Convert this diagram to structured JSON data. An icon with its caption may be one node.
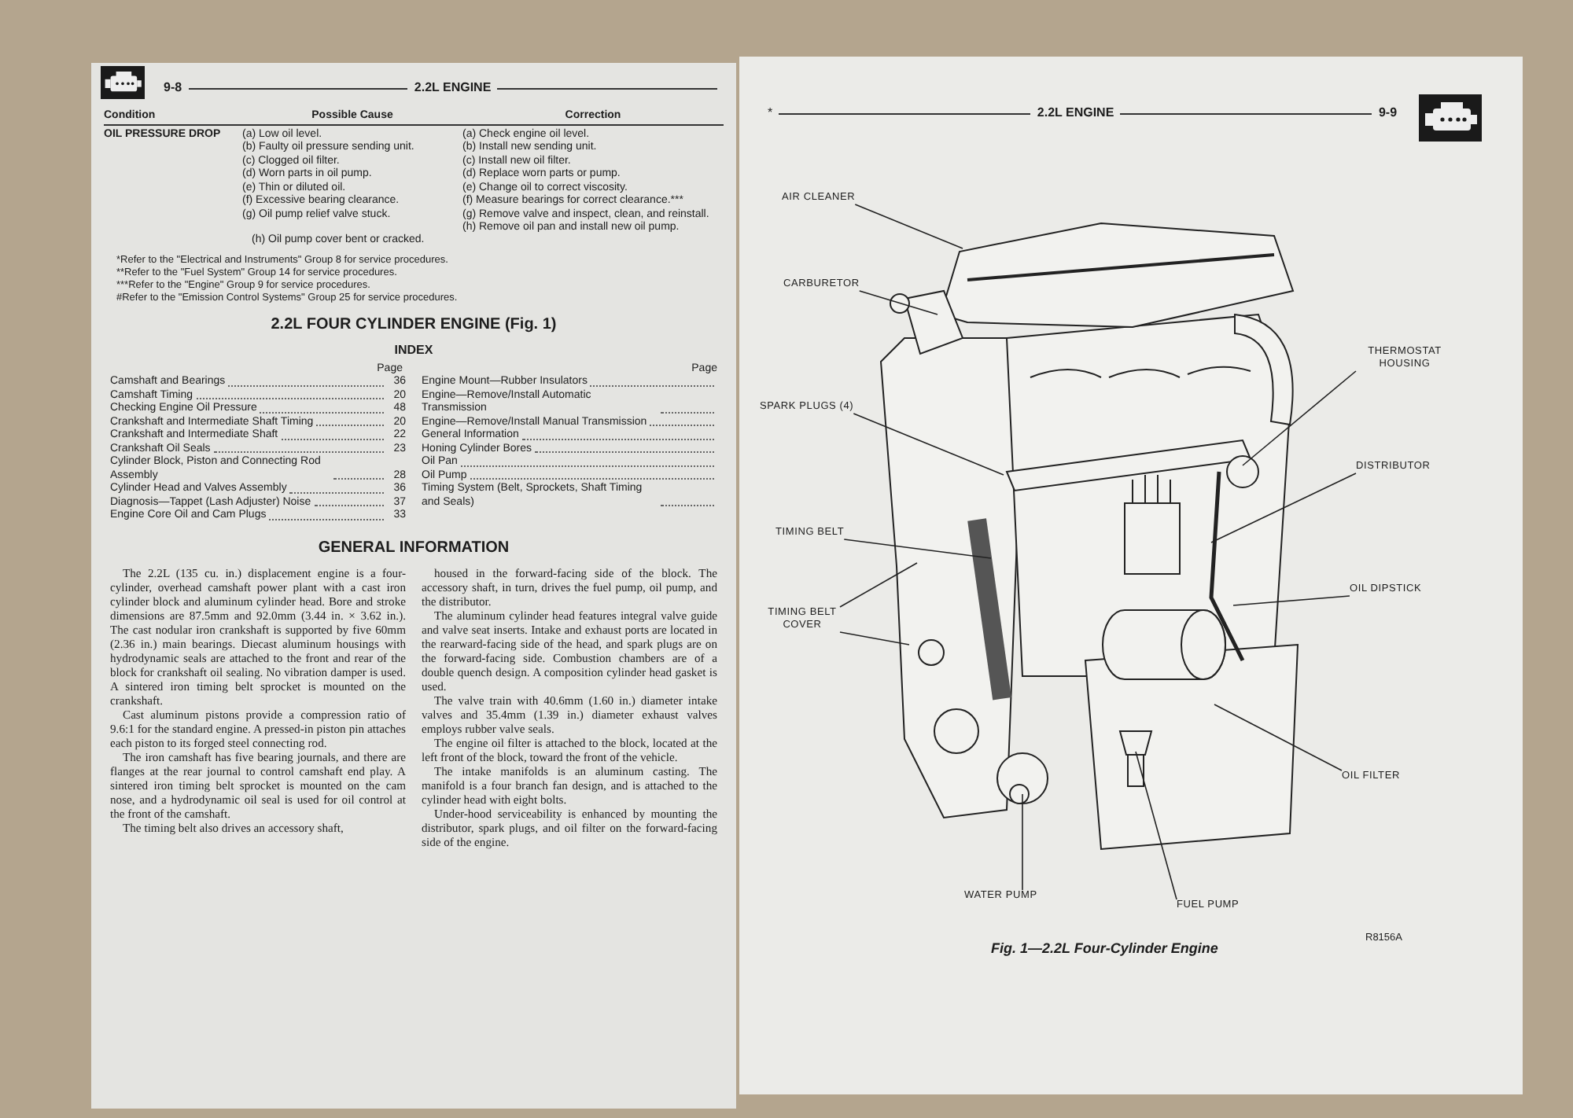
{
  "diagram": {
    "caption": "Fig. 1—2.2L Four-Cylinder Engine",
    "nodes": [
      {
        "text": [],
        "shape": "picture"
      },
      {
        "text": [
          "AIR CLEANER"
        ]
      },
      {
        "text": [
          "CARBURETOR"
        ]
      },
      {
        "text": [
          "THERMOSTAT HOUSING"
        ]
      },
      {
        "text": [
          "SPARK PLUGS (4)"
        ]
      },
      {
        "text": [
          "DISTRIBUTOR"
        ]
      },
      {
        "text": [
          "TIMING BELT"
        ]
      },
      {
        "text": [
          "OIL DIPSTICK"
        ]
      },
      {
        "text": [
          "TIMING BELT COVER"
        ]
      },
      {
        "text": [
          "OIL FILTER"
        ]
      },
      {
        "text": [
          "WATER PUMP"
        ]
      },
      {
        "text": [
          "FUEL PUMP"
        ]
      }
    ],
    "edges": [
      {
        "from": 1,
        "to": 0,
        "arrow": "none"
      },
      {
        "from": 2,
        "to": 0,
        "arrow": "none"
      },
      {
        "from": 3,
        "to": 0,
        "arrow": "none"
      },
      {
        "from": 4,
        "to": 0,
        "arrow": "none"
      },
      {
        "from": 5,
        "to": 0,
        "arrow": "none"
      },
      {
        "from": 6,
        "to": 0,
        "arrow": "none"
      },
      {
        "from": 7,
        "to": 0,
        "arrow": "none"
      },
      {
        "from": 8,
        "to": 0,
        "arrow": "none"
      },
      {
        "from": 8,
        "to": 0,
        "arrow": "none"
      },
      {
        "from": 9,
        "to": 0,
        "arrow": "none"
      },
      {
        "from": 10,
        "to": 0,
        "arrow": "none"
      },
      {
        "from": 11,
        "to": 0,
        "arrow": "none"
      }
    ],
    "labels": [
      "9-8",
      "2.2L ENGINE",
      "Condition",
      "Possible Cause",
      "Correction",
      "OIL PRESSURE DROP",
      "(a) Low oil level.",
      "(b) Faulty oil pressure sending unit.",
      "(c) Clogged oil filter.",
      "(d) Worn parts in oil pump.",
      "(e) Thin or diluted oil.",
      "(f) Excessive bearing clearance.",
      "(g) Oil pump relief valve stuck.",
      "(h) Oil pump cover bent or cracked.",
      "(a) Check engine oil level.",
      "(b) Install new sending unit.",
      "(c) Install new oil filter.",
      "(d) Replace worn parts or pump.",
      "(e) Change oil to correct viscosity.",
      "(f) Measure bearings for correct clearance.***",
      "(g) Remove valve and inspect, clean, and reinstall.",
      "(h) Remove oil pan and install new oil pump.",
      "*Refer to the \"Electrical and Instruments\" Group 8 for service procedures.",
      "**Refer to the \"Fuel System\" Group 14 for service procedures.",
      "***Refer to the \"Engine\" Group 9 for service procedures.",
      "#Refer to the \"Emission Control Systems\" Group 25 for service procedures.",
      "2.2L FOUR CYLINDER ENGINE (Fig. 1)",
      "INDEX",
      "Page",
      "Camshaft and Bearings",
      "36",
      "Camshaft Timing",
      "20",
      "Checking Engine Oil Pressure",
      "48",
      "Crankshaft and Intermediate Shaft Timing",
      "20",
      "Crankshaft and Intermediate Shaft",
      "22",
      "Crankshaft Oil Seals",
      "23",
      "Cylinder Block, Piston and Connecting Rod Assembly",
      "28",
      "Cylinder Head and Valves Assembly",
      "36",
      "Diagnosis—Tappet (Lash Adjuster) Noise",
      "37",
      "Engine Core Oil and Cam Plugs",
      "33",
      "Page",
      "Engine Mount—Rubber Insulators",
      "Engine—Remove/Install Automatic Transmission",
      "Engine—Remove/Install Manual Transmission",
      "General Information",
      "Honing Cylinder Bores",
      "Oil Pan",
      "Oil Pump",
      "Timing System (Belt, Sprockets, Shaft Timing and Seals)",
      "GENERAL INFORMATION",
      "The 2.2L (135 cu. in.) displacement engine is a four-cylinder, overhead camshaft power plant with a cast iron cylinder block and aluminum cylinder head. Bore and stroke dimensions are 87.5mm and 92.0mm (3.44 in. × 3.62 in.). The cast nodular iron crankshaft is supported by five 60mm (2.36 in.) main bearings. Diecast aluminum housings with hydrodynamic seals are attached to the front and rear of the block for crankshaft oil sealing. No vibration damper is used. A sintered iron timing belt sprocket is mounted on the crankshaft.",
      "Cast aluminum pistons provide a compression ratio of 9.6:1 for the standard engine. A pressed-in piston pin attaches each piston to its forged steel connecting rod.",
      "The iron camshaft has five bearing journals, and there are flanges at the rear journal to control camshaft end play. A sintered iron timing belt sprocket is mounted on the cam nose, and a hydrodynamic oil seal is used for oil control at the front of the camshaft.",
      "The timing belt also drives an accessory shaft,",
      "housed in the forward-facing side of the block. The accessory shaft, in turn, drives the fuel pump, oil pump, and the distributor.",
      "The aluminum cylinder head features integral valve guide and valve seat inserts. Intake and exhaust ports are located in the rearward-facing side of the head, and spark plugs are on the forward-facing side. Combustion chambers are of a double quench design. A composition cylinder head gasket is used.",
      "The valve train with 40.6mm (1.60 in.) diameter intake valves and 35.4mm (1.39 in.) diameter exhaust valves employs rubber valve seals.",
      "The engine oil filter is attached to the block, located at the left front of the block, toward the front of the vehicle.",
      "The intake manifolds is an aluminum casting. The manifold is a four branch fan design, and is attached to the cylinder head with eight bolts.",
      "Under-hood serviceability is enhanced by mounting the distributor, spark plugs, and oil filter on the forward-facing side of the engine.",
      "*",
      "2.2L ENGINE",
      "9-9",
      "R8156A"
    ]
  }
}
